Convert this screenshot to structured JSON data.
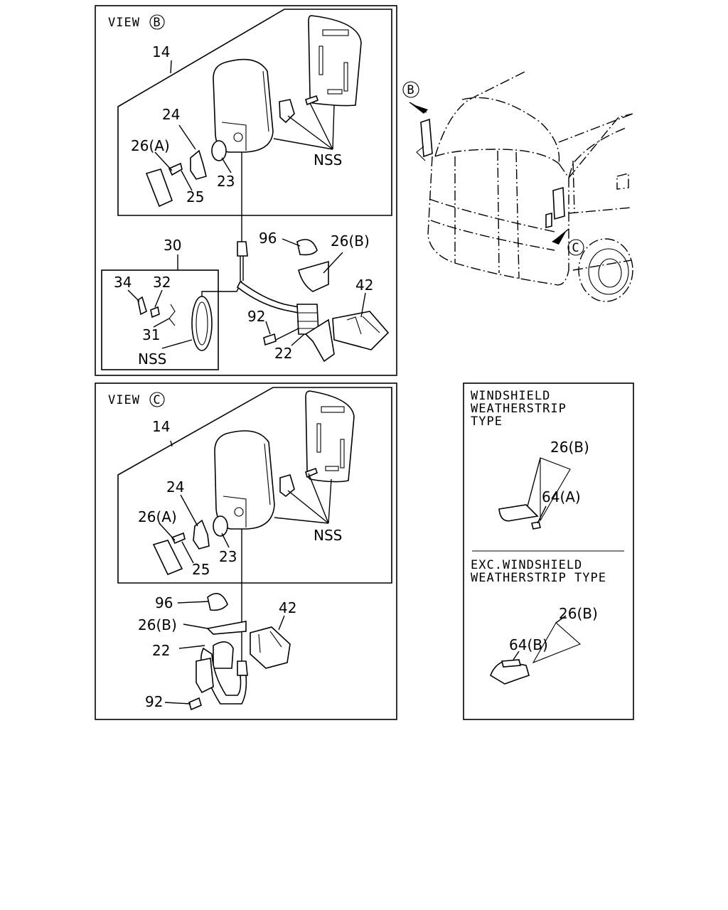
{
  "views": {
    "b": {
      "title": "VIEW",
      "marker": "B"
    },
    "c": {
      "title": "VIEW",
      "marker": "C"
    }
  },
  "labels": {
    "n14": "14",
    "n24": "24",
    "n26a": "26(A)",
    "n25": "25",
    "n23": "23",
    "nss": "NSS",
    "n30": "30",
    "n34": "34",
    "n32": "32",
    "n31": "31",
    "n96": "96",
    "n26b": "26(B)",
    "n42": "42",
    "n92": "92",
    "n22": "22",
    "n64a": "64(A)",
    "n64b": "64(B)"
  },
  "ws_panel": {
    "ws_type": [
      "WINDSHIELD",
      "WEATHERSTRIP",
      "TYPE"
    ],
    "exc_type": [
      "EXC.WINDSHIELD",
      "WEATHERSTRIP TYPE"
    ]
  },
  "truck_markers": {
    "b": "B",
    "c": "C"
  }
}
